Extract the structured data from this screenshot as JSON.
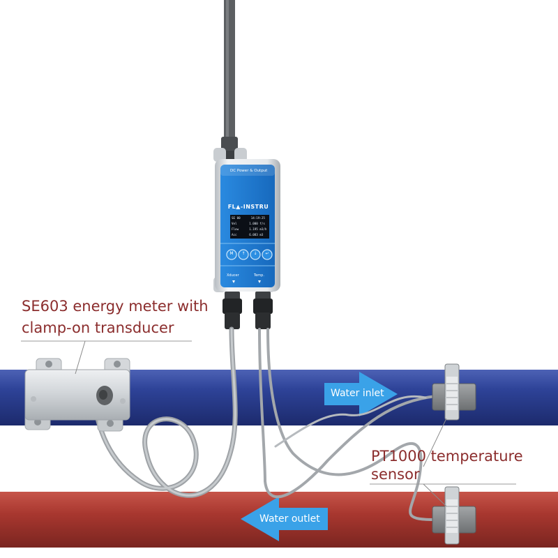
{
  "device": {
    "header": "DC Power & Output",
    "brand": "FL▲-INSTRU",
    "screen_lines": [
      "SE 00      14:19:25",
      "Vel       1.000 f/s",
      "Flow      1.195 m3/h",
      "Acc       6.083 m3"
    ],
    "buttons": [
      "M",
      "↑",
      "↓",
      "↵"
    ],
    "port_left": "Xducer",
    "port_right": "Temp."
  },
  "callouts": {
    "meter_line1": "SE603 energy meter with",
    "meter_line2": "clamp-on transducer",
    "sensor_line1": "PT1000 temperature",
    "sensor_line2": "sensor"
  },
  "arrows": {
    "inlet": "Water inlet",
    "outlet": "Water outlet"
  },
  "colors": {
    "inlet_pipe": "#2b3f93",
    "outlet_pipe": "#a8372f",
    "arrow": "#3aa2e8",
    "callout_text": "#8b2d2d",
    "device_blue": "#1e7ccf"
  }
}
